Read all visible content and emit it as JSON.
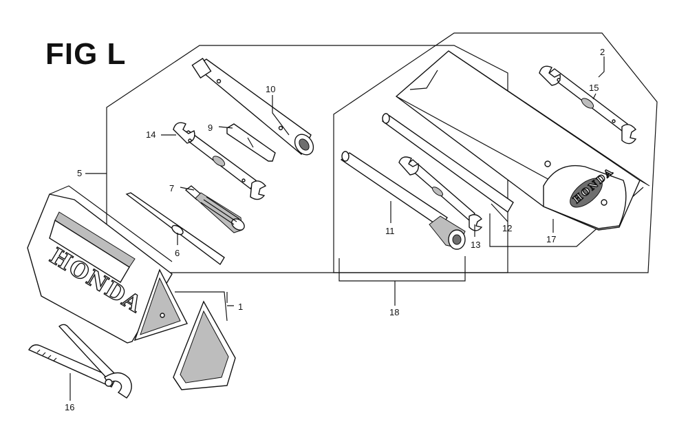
{
  "figure": {
    "title": "FIG L",
    "bag_logo": "HONDA",
    "wrench_logo": "HONDA"
  },
  "callouts": [
    {
      "id": "1",
      "label": "1"
    },
    {
      "id": "2",
      "label": "2"
    },
    {
      "id": "5",
      "label": "5"
    },
    {
      "id": "6",
      "label": "6"
    },
    {
      "id": "7",
      "label": "7"
    },
    {
      "id": "9",
      "label": "9"
    },
    {
      "id": "10",
      "label": "10"
    },
    {
      "id": "11",
      "label": "11"
    },
    {
      "id": "12",
      "label": "12"
    },
    {
      "id": "13",
      "label": "13"
    },
    {
      "id": "14",
      "label": "14"
    },
    {
      "id": "15",
      "label": "15"
    },
    {
      "id": "16",
      "label": "16"
    },
    {
      "id": "17",
      "label": "17"
    },
    {
      "id": "18",
      "label": "18"
    }
  ]
}
